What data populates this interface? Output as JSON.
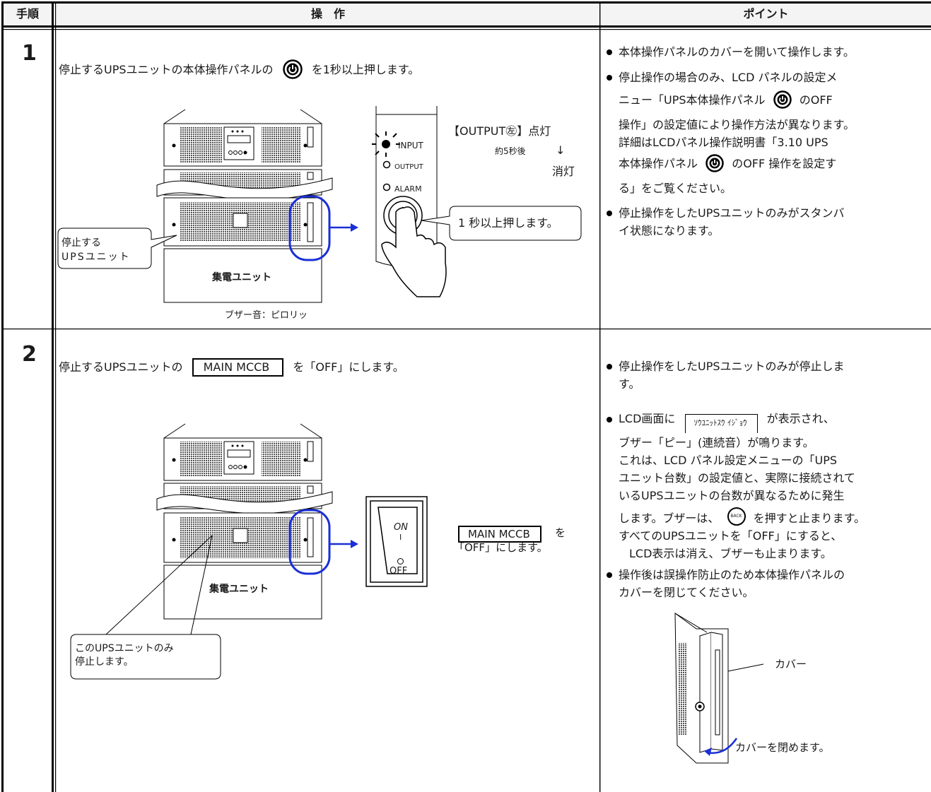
{
  "header": {
    "col_step": "手順",
    "col_operation": "操　作",
    "col_point": "ポイント"
  },
  "step1": {
    "number": "1",
    "instruction_before": "停止するUPSユニットの本体操作パネルの",
    "instruction_after": "を1秒以上押します。",
    "callout_unit_line1": "停止する",
    "callout_unit_line2": "UPSユニット",
    "shuden_label": "集電ユニット",
    "buzzer_label": "ブザー音：ピロリッ",
    "led_input": "INPUT",
    "led_output": "OUTPUT",
    "led_alarm": "ALARM",
    "output_status": "【OUTPUT㊧】点灯",
    "after_seconds": "約5秒後",
    "arrow_down": "↓",
    "off_status": "消灯",
    "press_callout": "1 秒以上押します。",
    "points": [
      "本体操作パネルのカバーを開いて操作します。",
      "停止操作の場合のみ、LCD パネルの設定メニュー「UPS本体操作パネル",
      "のOFF 操作」の設定値により操作方法が異なります。詳細はLCDパネル操作説明書「3.10 UPS本体操作パネル",
      "のOFF 操作を設定する」をご覧ください。",
      "停止操作をしたUPSユニットのみがスタンバイ状態になります。"
    ],
    "point_lines": {
      "p2_l1": "停止操作の場合のみ、LCD パネルの設定メ",
      "p2_l2a": "ニュー「UPS本体操作パネル",
      "p2_l2b": "のOFF",
      "p2_l3": "操作」の設定値により操作方法が異なります。",
      "p2_l4": "詳細はLCDパネル操作説明書「3.10 UPS",
      "p2_l5a": "本体操作パネル",
      "p2_l5b": "のOFF 操作を設定す",
      "p2_l6": "る」をご覧ください。",
      "p3_l1": "停止操作をしたUPSユニットのみがスタンバ",
      "p3_l2": "イ状態になります。"
    }
  },
  "step2": {
    "number": "2",
    "instruction_before": "停止するUPSユニットの",
    "breaker_label": "MAIN MCCB",
    "instruction_after": "を「OFF」にします。",
    "switch_on": "ON",
    "switch_on_mark": "I",
    "switch_off": "OFF",
    "switch_note_box": "MAIN MCCB",
    "switch_note_suffix": "を",
    "switch_note_line2": "「OFF」にします。",
    "shuden_label": "集電ユニット",
    "callout_line1": "このUPSユニットのみ",
    "callout_line2": "停止します。",
    "point_lines": {
      "p1_l1": "停止操作をしたUPSユニットのみが停止しま",
      "p1_l2": "す。",
      "p2_l1a": "LCD画面に",
      "lcd_message": "ｿｳﾕﾆｯﾄｽｳ ｲｼﾞｮｳ",
      "p2_l1b": "が表示され、",
      "p2_l2": "ブザー「ピー」(連続音）が鳴ります。",
      "p2_l3": "これは、LCD パネル設定メニューの「UPS",
      "p2_l4": "ユニット台数」の設定値と、実際に接続されて",
      "p2_l5": "いるUPSユニットの台数が異なるために発生",
      "p2_l6a": "します。ブザーは、",
      "p2_l6b": "を押すと止まります。",
      "p2_l7": "すべてのUPSユニットを「OFF」にすると、",
      "p2_l8": "LCD表示は消え、ブザーも止まります。",
      "p3_l1": "操作後は誤操作防止のため本体操作パネルの",
      "p3_l2": "カバーを閉じてください。"
    },
    "back_button": "BACK",
    "cover_label": "カバー",
    "cover_close_label": "カバーを閉めます。"
  }
}
